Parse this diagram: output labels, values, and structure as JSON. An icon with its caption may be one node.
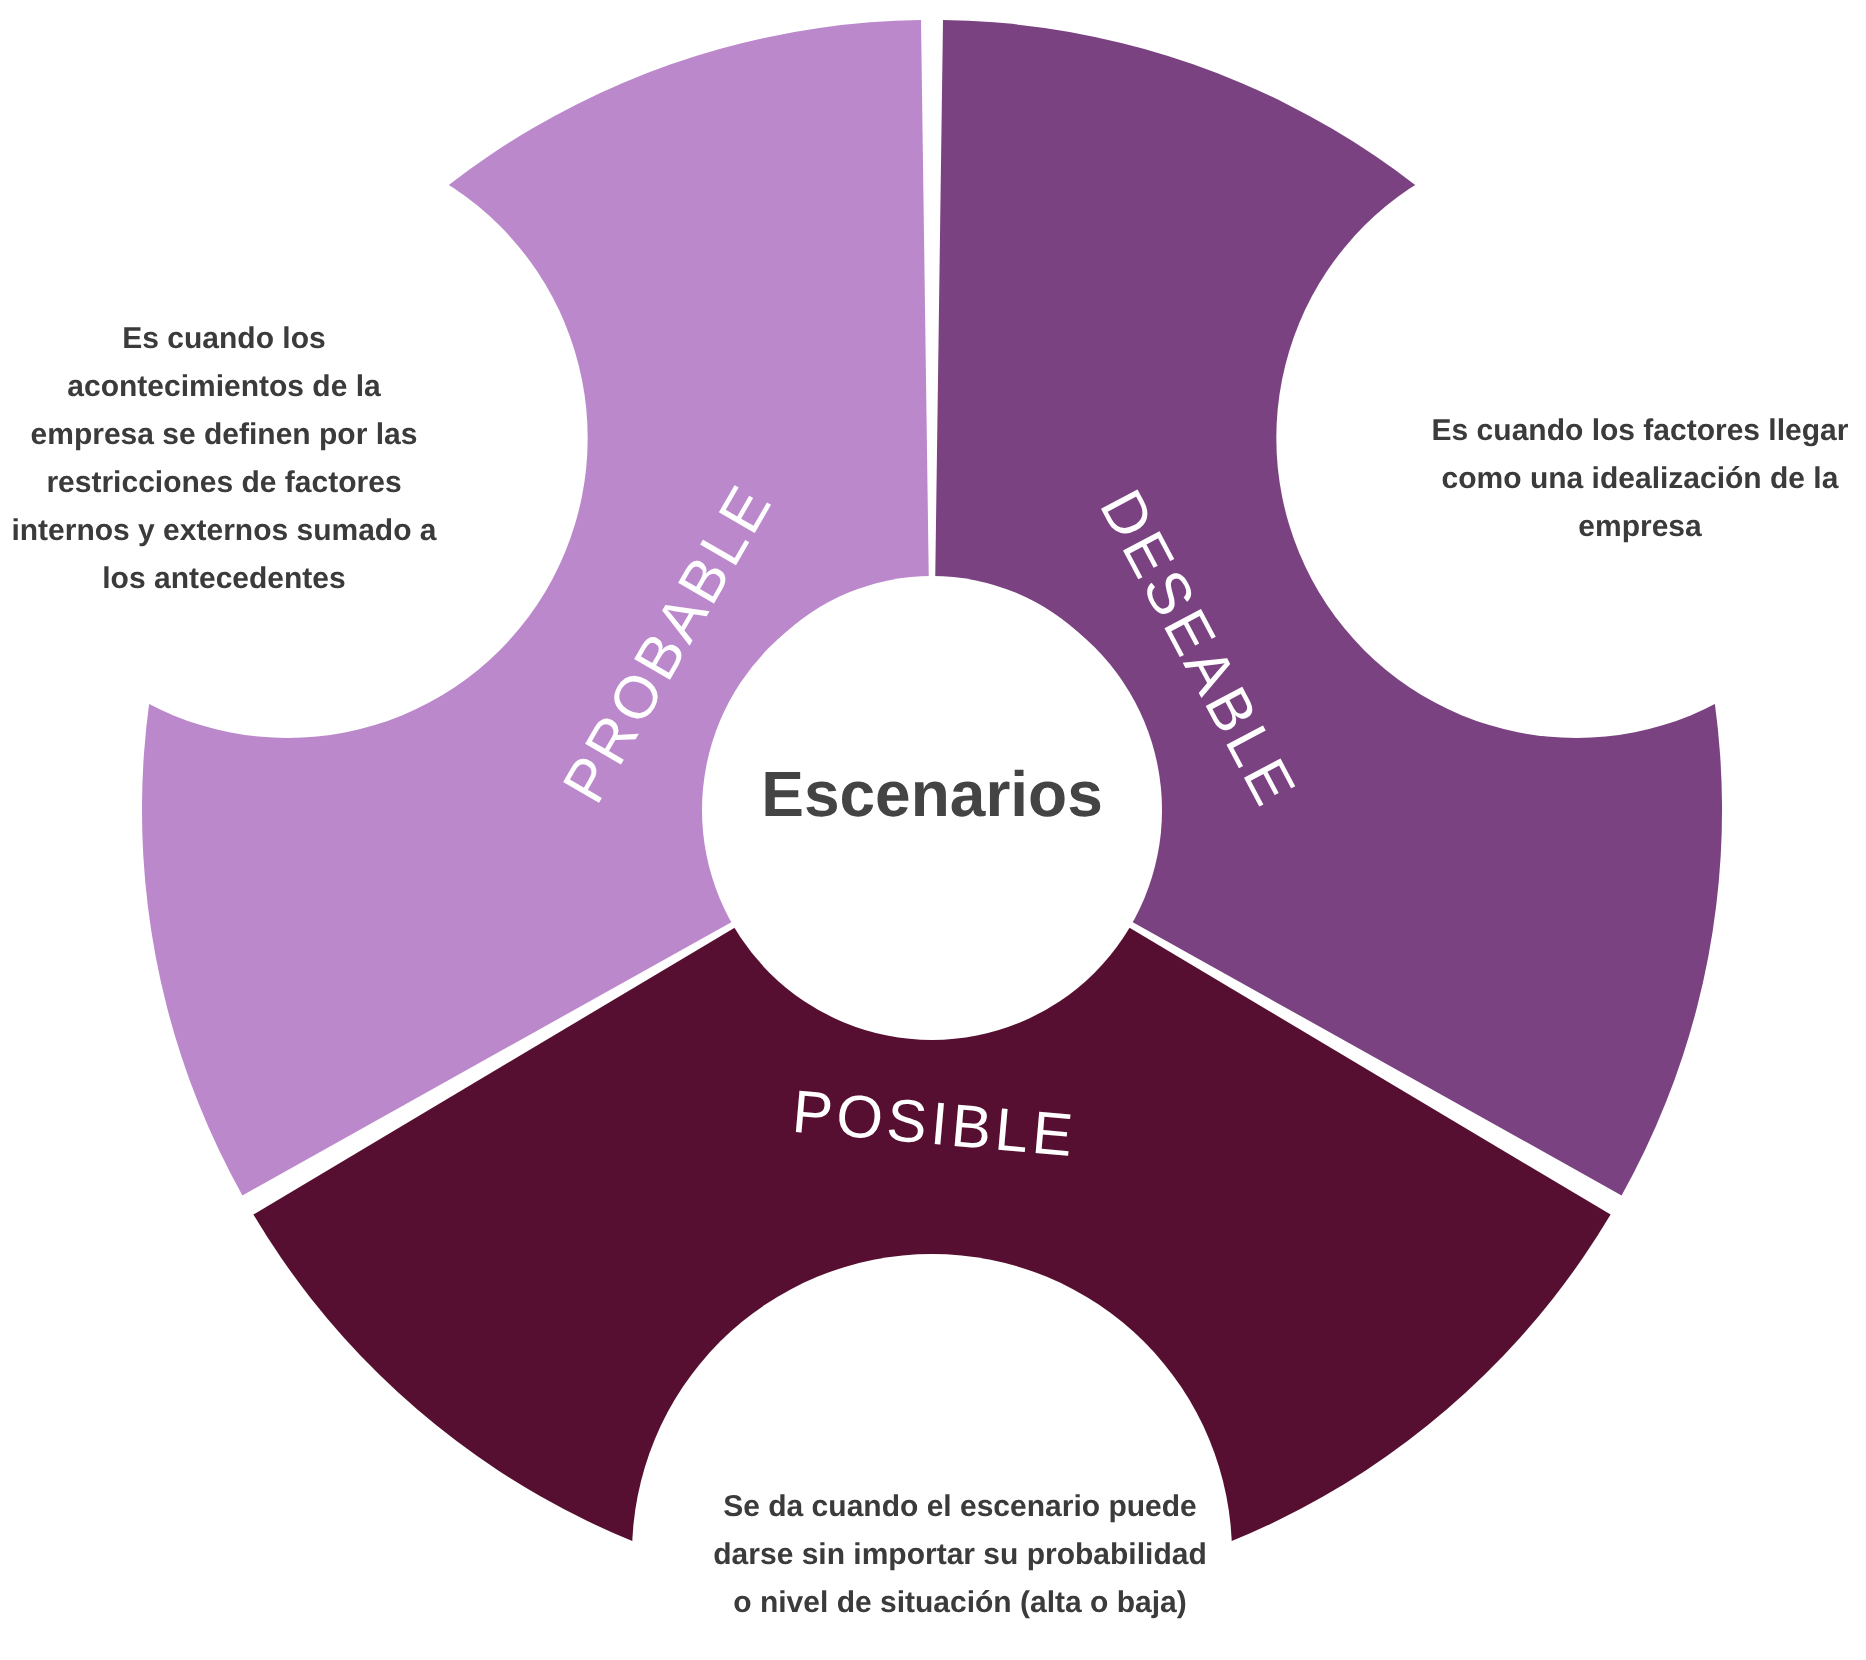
{
  "diagram": {
    "nodes": [
      {
        "text": [
          "Escenarios"
        ]
      },
      {
        "text": [
          "PROBABLE",
          "Es cuando los acontecimientos de la empresa se definen por las restricciones de factores internos y externos sumado a los antecedentes"
        ]
      },
      {
        "text": [
          "DESEABLE",
          "Es cuando los factores llegar como una idealización de la empresa"
        ]
      },
      {
        "text": [
          "POSIBLE",
          "Se da cuando el escenario puede darse sin importar su probabilidad o nivel de situación (alta o baja)"
        ]
      }
    ]
  }
}
